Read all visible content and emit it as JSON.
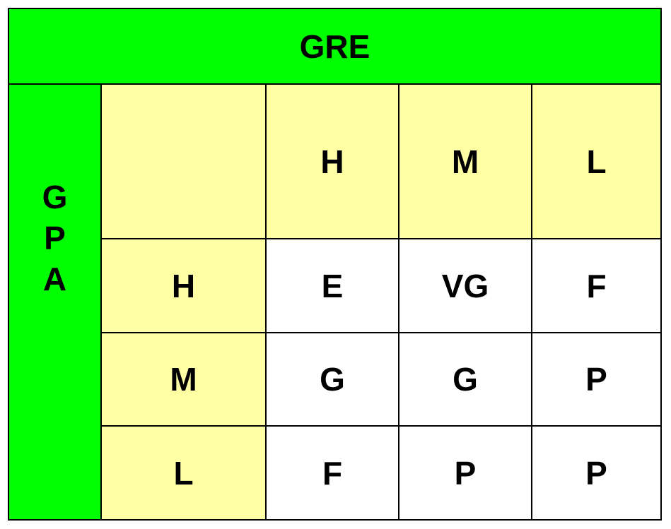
{
  "header": {
    "title": "GRE"
  },
  "side": {
    "letters": [
      "G",
      "P",
      "A"
    ]
  },
  "table": {
    "column_headers": [
      "",
      "H",
      "M",
      "L"
    ],
    "rows": [
      {
        "label": "H",
        "cells": [
          "E",
          "VG",
          "F"
        ]
      },
      {
        "label": "M",
        "cells": [
          "G",
          "G",
          "P"
        ]
      },
      {
        "label": "L",
        "cells": [
          "F",
          "P",
          "P"
        ]
      }
    ]
  },
  "colors": {
    "header_green": "#00ff00",
    "header_cell_yellow": "#ffffa3",
    "data_cell_white": "#ffffff",
    "grid_lines": "#000000"
  }
}
